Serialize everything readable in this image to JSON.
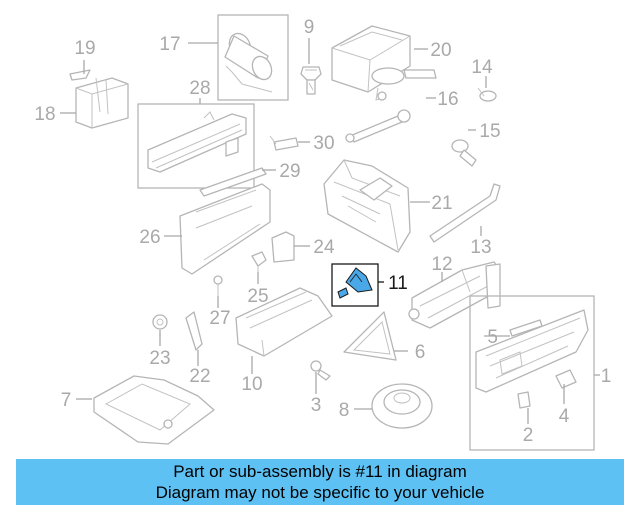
{
  "callouts": [
    "1",
    "2",
    "3",
    "4",
    "5",
    "6",
    "7",
    "8",
    "9",
    "10",
    "11",
    "12",
    "13",
    "14",
    "15",
    "16",
    "17",
    "18",
    "19",
    "20",
    "21",
    "22",
    "23",
    "24",
    "25",
    "26",
    "27",
    "28",
    "29",
    "30"
  ],
  "highlighted": "11",
  "colors": {
    "highlight": "#4aa8e8",
    "caption_bg": "#5ec1f3",
    "lines": "#b5b5b5"
  },
  "caption": {
    "line1": "Part or sub-assembly is #11 in diagram",
    "line2": "Diagram may not be specific to your vehicle"
  }
}
